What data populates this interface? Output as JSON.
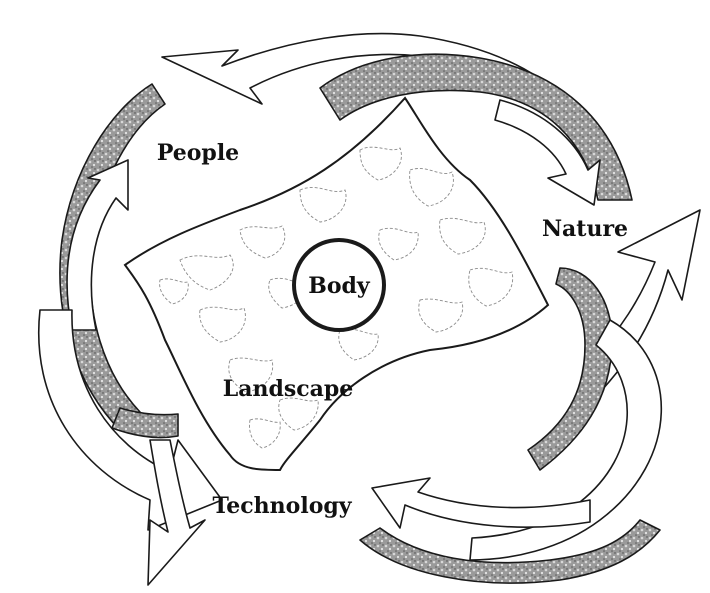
{
  "labels": {
    "center": "Body",
    "region": "Landscape",
    "top_left": "People",
    "right": "Nature",
    "bottom": "Technology"
  },
  "colors": {
    "stroke": "#1a1a1a",
    "band_fill": "#8c8c8c",
    "texture": "#b0b0b0"
  }
}
